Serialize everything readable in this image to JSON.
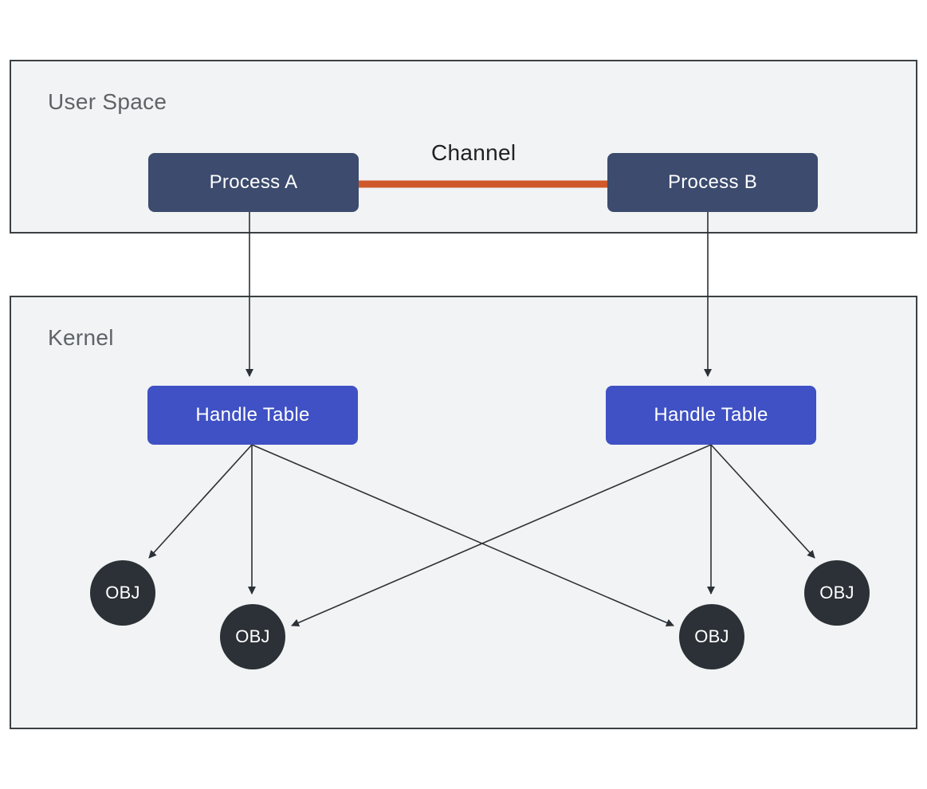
{
  "regions": {
    "user_space": "User Space",
    "kernel": "Kernel"
  },
  "processes": {
    "a": "Process A",
    "b": "Process B"
  },
  "channel": {
    "label": "Channel",
    "color": "#d0592b"
  },
  "handle_tables": {
    "a": "Handle Table",
    "b": "Handle Table"
  },
  "objects": [
    "OBJ",
    "OBJ",
    "OBJ",
    "OBJ"
  ],
  "colors": {
    "process_fill": "#3c4b6e",
    "handle_table_fill": "#3f51c4",
    "object_fill": "#2b3136",
    "region_fill": "#f1f3f4",
    "edge": "#2b3136"
  }
}
